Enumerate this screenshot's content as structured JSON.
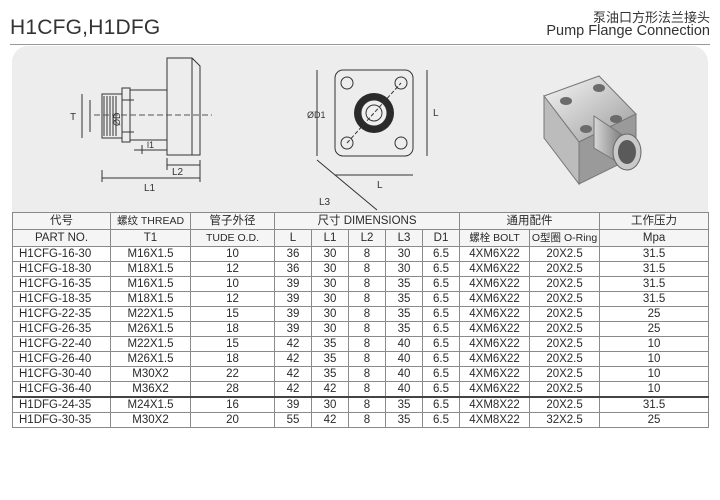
{
  "header": {
    "title": "H1CFG,H1DFG",
    "title_cn": "泵油口方形法兰接头",
    "title_en": "Pump Flange Connection"
  },
  "drawing": {
    "side_labels": [
      "T",
      "ØD",
      "L1",
      "L2",
      "l1"
    ],
    "front_labels": [
      "ØD1",
      "L3",
      "L",
      "L"
    ]
  },
  "table": {
    "headers": {
      "code_cn": "代号",
      "code_en": "PART NO.",
      "thread_cn": "螺纹 THREAD",
      "thread_sub": "T1",
      "tube_cn": "管子外径",
      "tube_sub": "TUDE O.D.",
      "dims": "尺寸 DIMENSIONS",
      "dim_cols": [
        "L",
        "L1",
        "L2",
        "L3",
        "D1"
      ],
      "parts": "通用配件",
      "bolt": "螺栓 BOLT",
      "oring": "O型圈 O-Ring",
      "pressure_cn": "工作压力",
      "pressure_unit": "Mpa"
    },
    "rows": [
      [
        "H1CFG-16-30",
        "M16X1.5",
        "10",
        "36",
        "30",
        "8",
        "30",
        "6.5",
        "4XM6X22",
        "20X2.5",
        "31.5"
      ],
      [
        "H1CFG-18-30",
        "M18X1.5",
        "12",
        "36",
        "30",
        "8",
        "30",
        "6.5",
        "4XM6X22",
        "20X2.5",
        "31.5"
      ],
      [
        "H1CFG-16-35",
        "M16X1.5",
        "10",
        "39",
        "30",
        "8",
        "35",
        "6.5",
        "4XM6X22",
        "20X2.5",
        "31.5"
      ],
      [
        "H1CFG-18-35",
        "M18X1.5",
        "12",
        "39",
        "30",
        "8",
        "35",
        "6.5",
        "4XM6X22",
        "20X2.5",
        "31.5"
      ],
      [
        "H1CFG-22-35",
        "M22X1.5",
        "15",
        "39",
        "30",
        "8",
        "35",
        "6.5",
        "4XM6X22",
        "20X2.5",
        "25"
      ],
      [
        "H1CFG-26-35",
        "M26X1.5",
        "18",
        "39",
        "30",
        "8",
        "35",
        "6.5",
        "4XM6X22",
        "20X2.5",
        "25"
      ],
      [
        "H1CFG-22-40",
        "M22X1.5",
        "15",
        "42",
        "35",
        "8",
        "40",
        "6.5",
        "4XM6X22",
        "20X2.5",
        "10"
      ],
      [
        "H1CFG-26-40",
        "M26X1.5",
        "18",
        "42",
        "35",
        "8",
        "40",
        "6.5",
        "4XM6X22",
        "20X2.5",
        "10"
      ],
      [
        "H1CFG-30-40",
        "M30X2",
        "22",
        "42",
        "35",
        "8",
        "40",
        "6.5",
        "4XM6X22",
        "20X2.5",
        "10"
      ],
      [
        "H1CFG-36-40",
        "M36X2",
        "28",
        "42",
        "42",
        "8",
        "40",
        "6.5",
        "4XM6X22",
        "20X2.5",
        "10"
      ],
      [
        "H1DFG-24-35",
        "M24X1.5",
        "16",
        "39",
        "30",
        "8",
        "35",
        "6.5",
        "4XM8X22",
        "20X2.5",
        "31.5"
      ],
      [
        "H1DFG-30-35",
        "M30X2",
        "20",
        "55",
        "42",
        "8",
        "35",
        "6.5",
        "4XM8X22",
        "32X2.5",
        "25"
      ]
    ]
  }
}
